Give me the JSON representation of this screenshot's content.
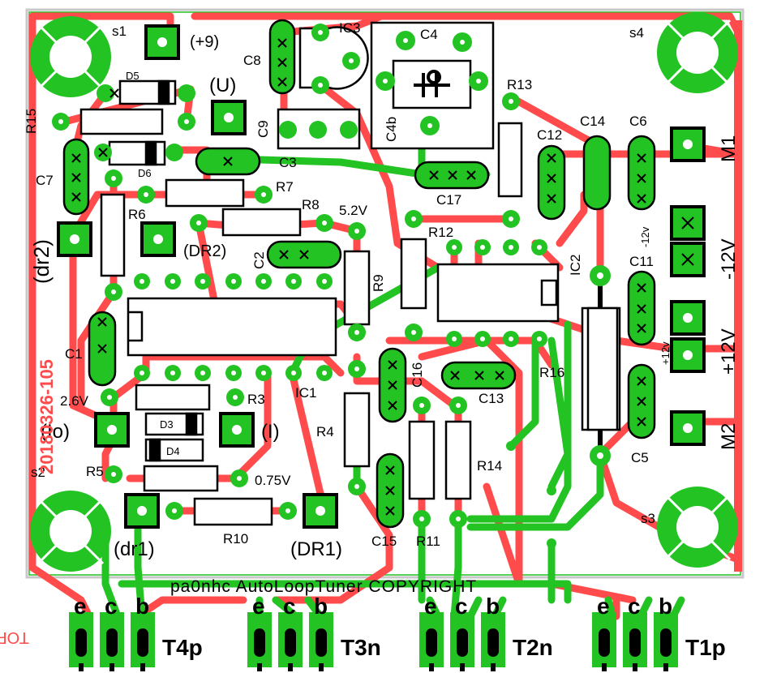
{
  "colors": {
    "board": "#ffffff",
    "edge": "#c8c8c8",
    "top_copper": "#ff4b4b",
    "bottom_copper": "#22c322",
    "pad": "#22c322",
    "silk": "#000000",
    "mark": "#ffffff"
  },
  "mounting_holes": {
    "s1": "s1",
    "s2": "s2",
    "s3": "s3",
    "s4": "s4"
  },
  "side_labels": {
    "date": "20180326-105",
    "dr2_vertical": "(dr2)",
    "top_mark": "TOP",
    "copyright": "pa0nhc AutoLoopTuner COPYRIGHT"
  },
  "net_labels": {
    "plus9": "(+9)",
    "u": "(U)",
    "dr2": "(DR2)",
    "v52": "5.2V",
    "v26": "2.6V",
    "v075": "0.75V",
    "io": "(Io)",
    "i": "(I)",
    "dr1_small": "(dr1)",
    "dr1_big": "(DR1)",
    "minus12_small": "-12v",
    "plus12_small": "+12v",
    "minus12_big": "-12V",
    "plus12_big": "+12V",
    "m1": "M1",
    "m2": "M2"
  },
  "components": {
    "r15": "R15",
    "d5": "D5",
    "d6": "D6",
    "c7": "C7",
    "r6": "R6",
    "c8": "C8",
    "c9": "C9",
    "ic3": "IC3",
    "c4": "C4",
    "c4b": "C4b",
    "c3": "C3",
    "r7": "R7",
    "r8": "R8",
    "c2": "C2",
    "c17": "C17",
    "r13": "R13",
    "c12": "C12",
    "c14": "C14",
    "c6": "C6",
    "r12": "R12",
    "r9": "R9",
    "ic2": "IC2",
    "c11": "C11",
    "c1": "C1",
    "ic1": "IC1",
    "r3": "R3",
    "d3": "D3",
    "d4": "D4",
    "r4": "R4",
    "c16": "C16",
    "c13": "C13",
    "r16": "R16",
    "r14": "R14",
    "r5": "R5",
    "r10": "R10",
    "c15": "C15",
    "r11": "R11",
    "c5": "C5"
  },
  "transistors": [
    {
      "label": "T4p",
      "pins": [
        "e",
        "c",
        "b"
      ]
    },
    {
      "label": "T3n",
      "pins": [
        "e",
        "c",
        "b"
      ]
    },
    {
      "label": "T2n",
      "pins": [
        "e",
        "c",
        "b"
      ]
    },
    {
      "label": "T1p",
      "pins": [
        "e",
        "c",
        "b"
      ]
    }
  ]
}
